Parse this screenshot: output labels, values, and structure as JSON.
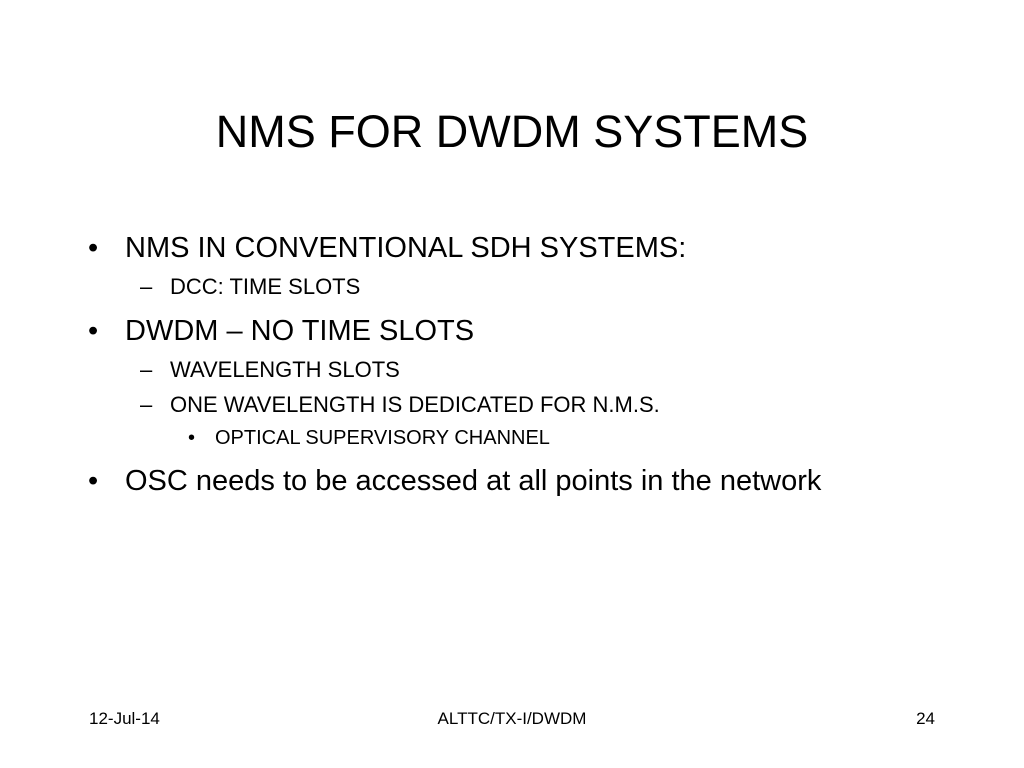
{
  "slide": {
    "title": "NMS FOR DWDM SYSTEMS",
    "bullets": {
      "b1": {
        "marker": "•",
        "text": "NMS IN CONVENTIONAL SDH SYSTEMS:"
      },
      "b1_1": {
        "marker": "–",
        "text": "DCC: TIME SLOTS"
      },
      "b2": {
        "marker": "•",
        "text": "DWDM – NO TIME SLOTS"
      },
      "b2_1": {
        "marker": "–",
        "text": "WAVELENGTH SLOTS"
      },
      "b2_2": {
        "marker": "–",
        "text": "ONE WAVELENGTH IS DEDICATED FOR N.M.S."
      },
      "b2_2_1": {
        "marker": "•",
        "text": "OPTICAL SUPERVISORY CHANNEL"
      },
      "b3": {
        "marker": "•",
        "text": "OSC needs to be accessed at all points in the network"
      }
    }
  },
  "footer": {
    "date": "12-Jul-14",
    "center": "ALTTC/TX-I/DWDM",
    "page": "24"
  }
}
